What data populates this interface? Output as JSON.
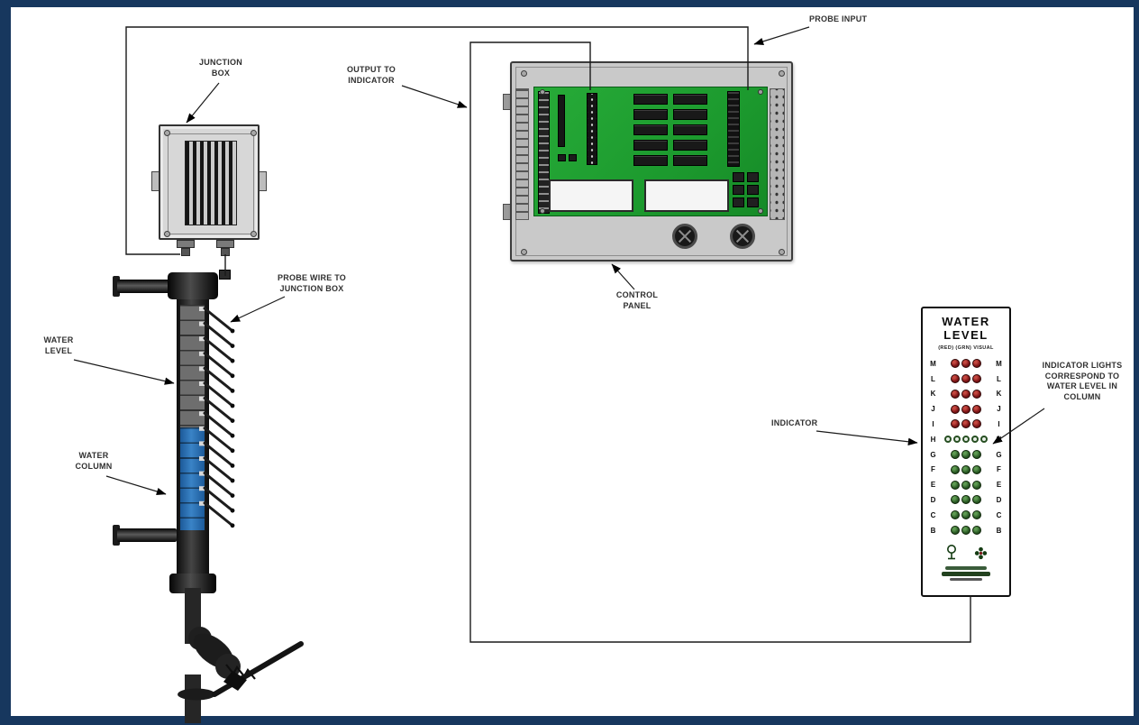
{
  "frame": {
    "border_color": "#17375e",
    "background": "#ffffff"
  },
  "labels": {
    "junction_box": "JUNCTION\nBOX",
    "output_to_indicator": "OUTPUT TO\nINDICATOR",
    "probe_input": "PROBE INPUT",
    "probe_wire_to_junction_box": "PROBE WIRE TO\nJUNCTION BOX",
    "water_level": "WATER\nLEVEL",
    "water_column": "WATER\nCOLUMN",
    "control_panel": "CONTROL\nPANEL",
    "indicator": "INDICATOR",
    "indicator_lights": "INDICATOR LIGHTS\nCORRESPOND TO\nWATER LEVEL IN\nCOLUMN"
  },
  "indicator_panel": {
    "title": "WATER\nLEVEL",
    "subtitle": "(RED) (GRN) VISUAL",
    "rows": [
      {
        "letter": "M",
        "type": "red",
        "count": 3
      },
      {
        "letter": "L",
        "type": "red",
        "count": 3
      },
      {
        "letter": "K",
        "type": "red",
        "count": 3
      },
      {
        "letter": "J",
        "type": "red",
        "count": 3
      },
      {
        "letter": "I",
        "type": "red",
        "count": 3
      },
      {
        "letter": "H",
        "type": "open",
        "count": 5
      },
      {
        "letter": "G",
        "type": "green",
        "count": 3
      },
      {
        "letter": "F",
        "type": "green",
        "count": 3
      },
      {
        "letter": "E",
        "type": "green",
        "count": 3
      },
      {
        "letter": "D",
        "type": "green",
        "count": 3
      },
      {
        "letter": "C",
        "type": "green",
        "count": 3
      },
      {
        "letter": "B",
        "type": "green",
        "count": 3
      }
    ],
    "colors": {
      "red": "#7d1416",
      "green": "#2a5a24"
    }
  },
  "diagram": {
    "probe_count": 14,
    "ic_count": 10
  }
}
